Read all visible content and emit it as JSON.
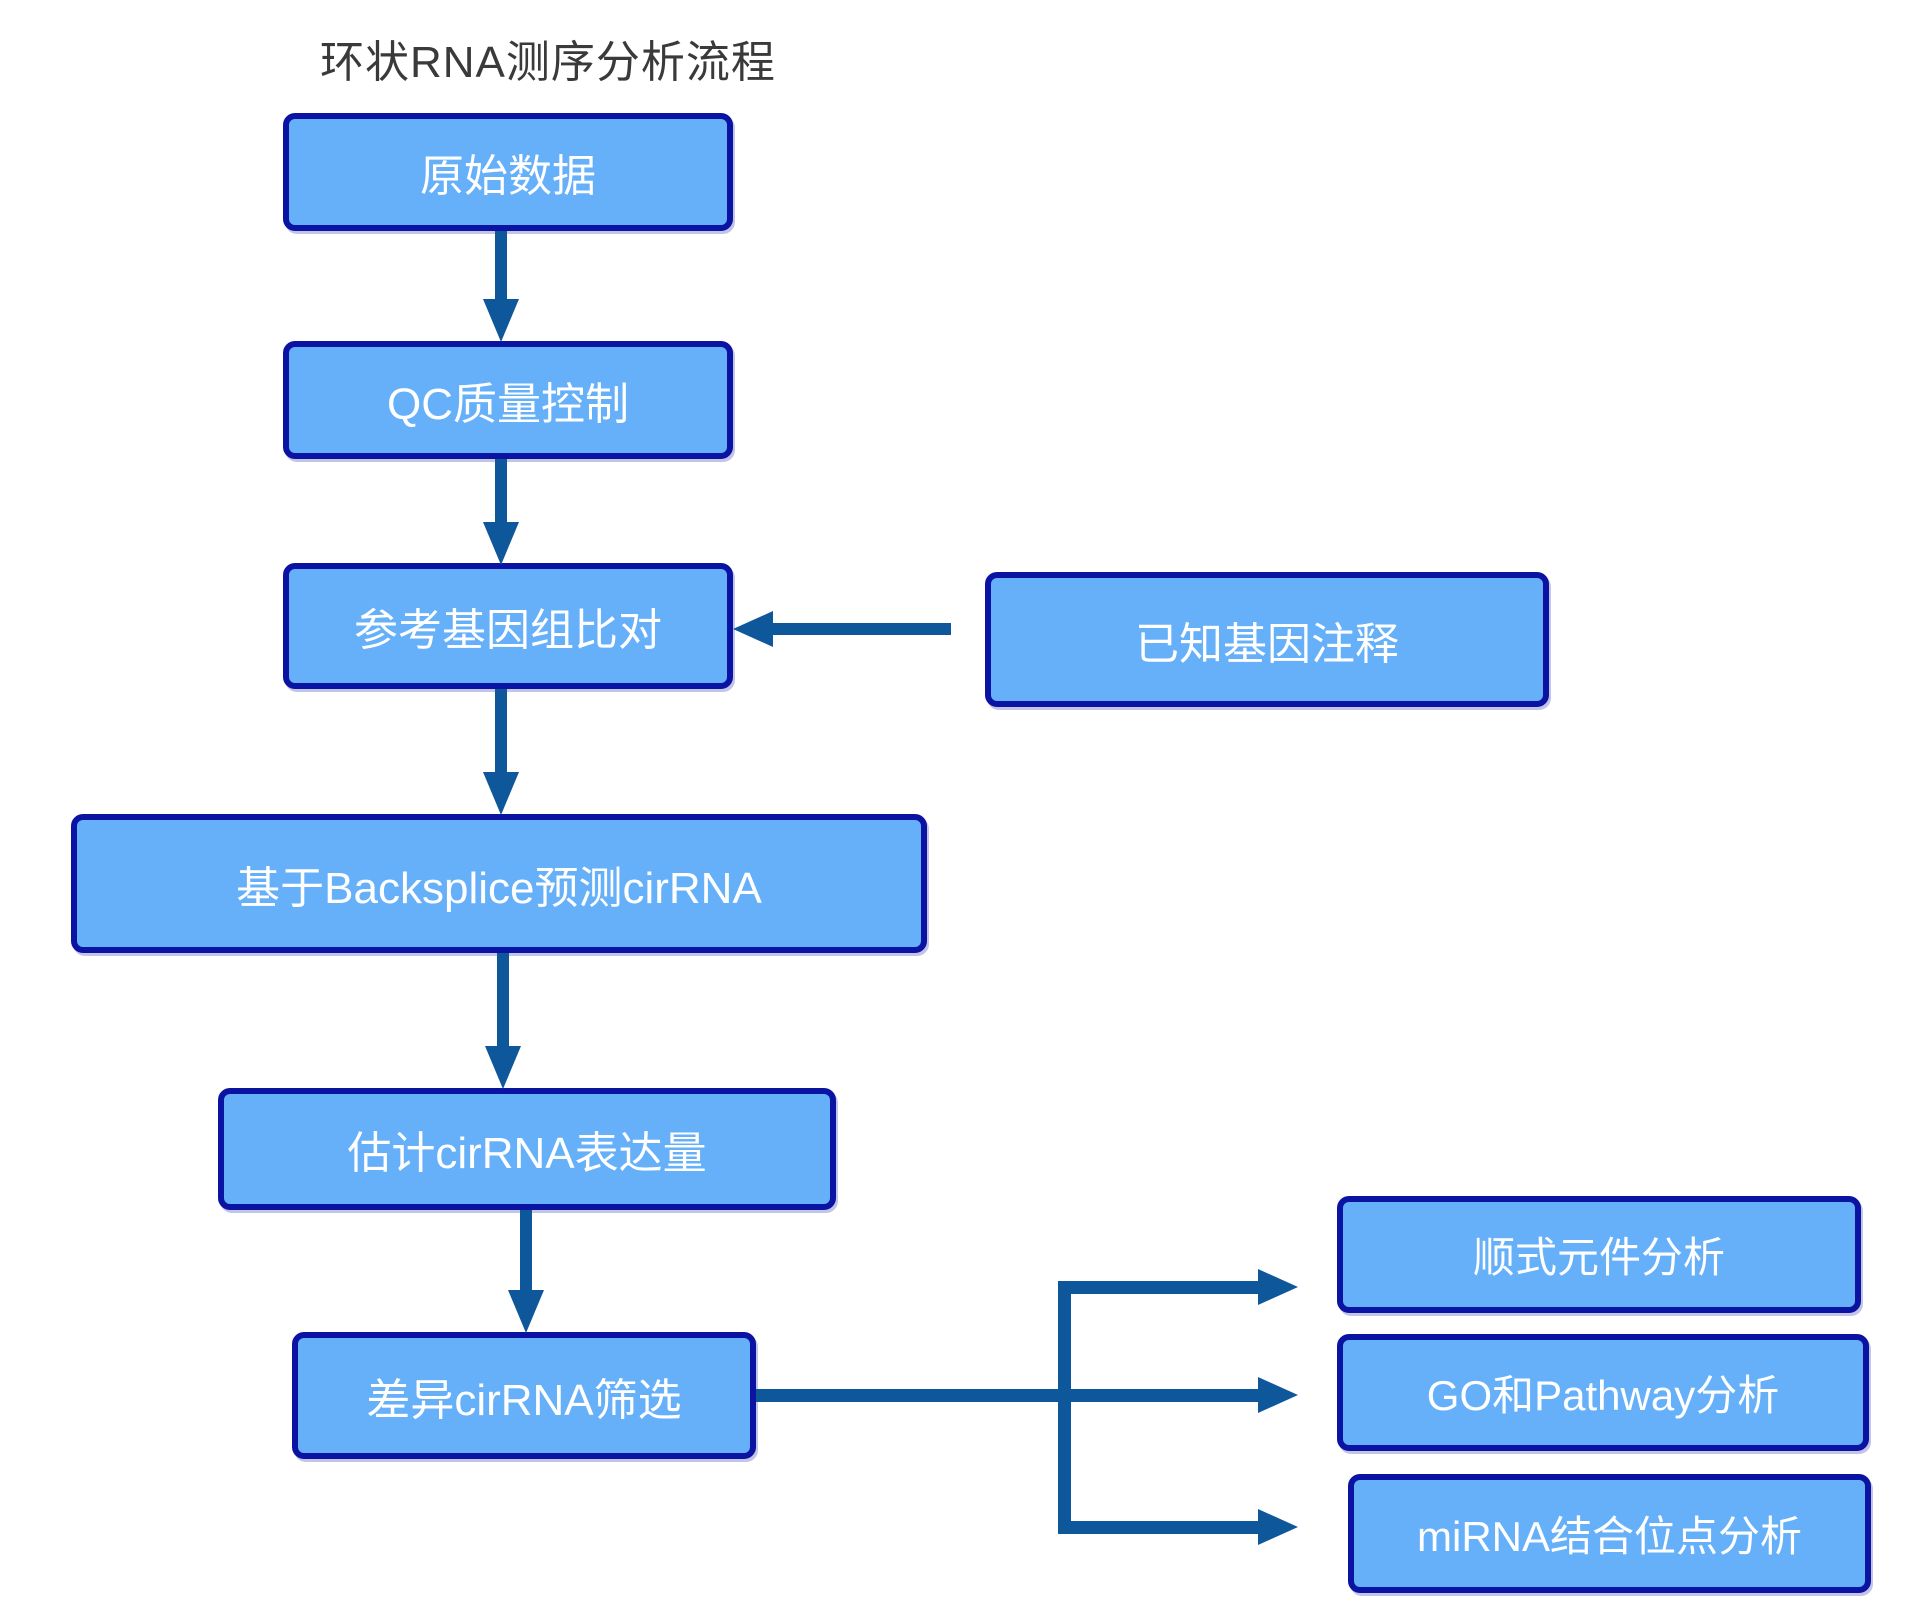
{
  "title": "环状RNA测序分析流程",
  "colors": {
    "box_fill": "#66b0fa",
    "box_border": "#0b13a3",
    "arrow": "#0e579b",
    "box_text": "#ffffff",
    "title_text": "#3a3a3a",
    "background": "#ffffff"
  },
  "nodes": {
    "raw_data": {
      "label": "原始数据"
    },
    "qc": {
      "label": "QC质量控制"
    },
    "align": {
      "label": "参考基因组比对"
    },
    "annotation": {
      "label": "已知基因注释"
    },
    "backsplice": {
      "label": "基于Backsplice预测cirRNA"
    },
    "expression": {
      "label": "估计cirRNA表达量"
    },
    "diff": {
      "label": "差异cirRNA筛选"
    },
    "cis": {
      "label": "顺式元件分析"
    },
    "go_pathway": {
      "label": "GO和Pathway分析"
    },
    "mirna": {
      "label": "miRNA结合位点分析"
    }
  },
  "edges": [
    {
      "from": "raw_data",
      "to": "qc"
    },
    {
      "from": "qc",
      "to": "align"
    },
    {
      "from": "annotation",
      "to": "align"
    },
    {
      "from": "align",
      "to": "backsplice"
    },
    {
      "from": "backsplice",
      "to": "expression"
    },
    {
      "from": "expression",
      "to": "diff"
    },
    {
      "from": "diff",
      "to": "cis"
    },
    {
      "from": "diff",
      "to": "go_pathway"
    },
    {
      "from": "diff",
      "to": "mirna"
    }
  ]
}
